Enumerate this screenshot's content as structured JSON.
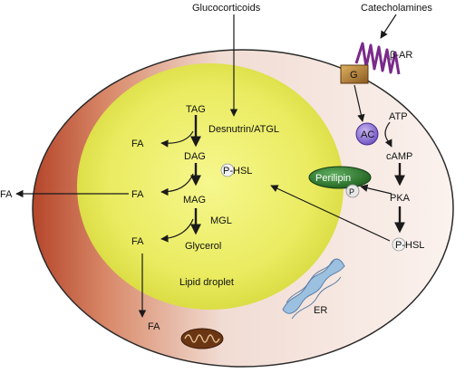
{
  "labels": {
    "glucocorticoids": "Glucocorticoids",
    "catecholamines": "Catecholamines",
    "beta_ar": "β-AR",
    "g_protein": "G",
    "atp": "ATP",
    "ac": "AC",
    "camp": "cAMP",
    "pka": "PKA",
    "perilipin": "Perilipin",
    "p": "P",
    "phsl_inner": "P-HSL",
    "phsl_outer": "P-HSL",
    "tag": "TAG",
    "desnutrin": "Desnutrin/ATGL",
    "dag": "DAG",
    "mag": "MAG",
    "mgl": "MGL",
    "glycerol": "Glycerol",
    "lipid_droplet": "Lipid droplet",
    "fa_tag": "FA",
    "fa_dag": "FA",
    "fa_mag": "FA",
    "fa_bottom": "FA",
    "fa_outside": "FA",
    "er": "ER"
  },
  "colors": {
    "cell_membrane": "#b84a2e",
    "cytoplasm_light": "#f3e2dc",
    "lipid_droplet": "#e3e55e",
    "lipid_droplet_center": "#f4f58a",
    "receptor": "#7a2a8a",
    "g_protein": "#b08030",
    "ac": "#8a6ad0",
    "perilipin": "#2f7a2f",
    "er": "#7aa0c8",
    "mitochondria": "#8a4a20"
  }
}
